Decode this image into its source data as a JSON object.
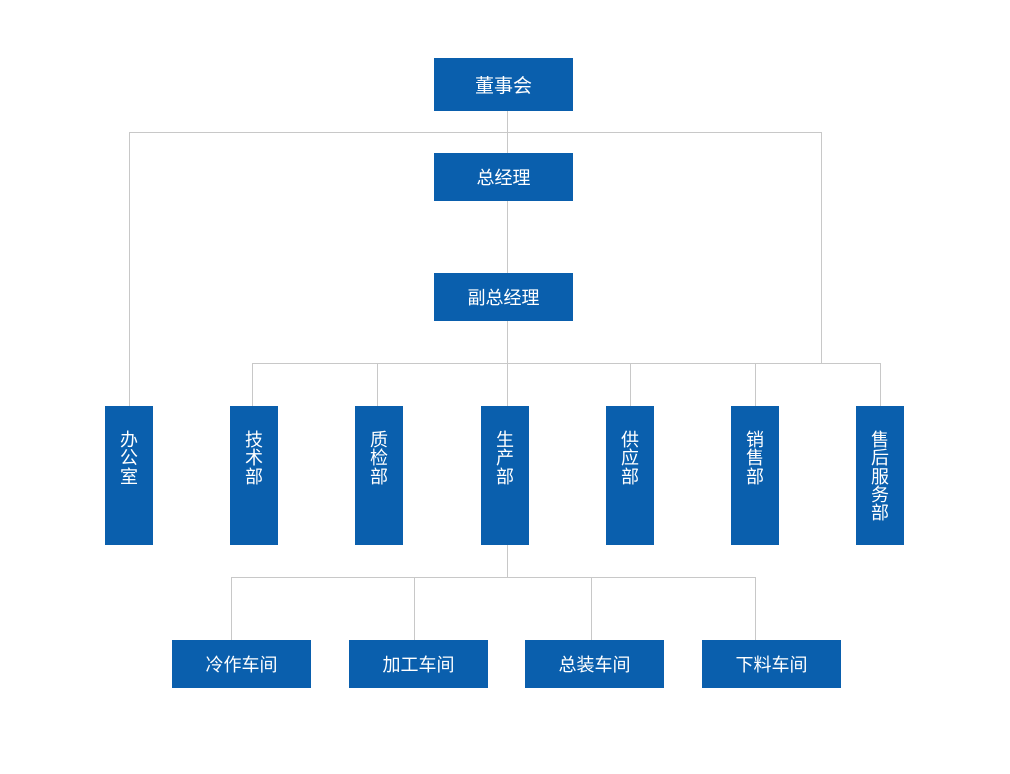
{
  "chart": {
    "board": "董事会",
    "gm": "总经理",
    "deputy": "副总经理",
    "departments": [
      "办公室",
      "技术部",
      "质检部",
      "生产部",
      "供应部",
      "销售部",
      "售后服务部"
    ],
    "workshops": [
      "冷作车间",
      "加工车间",
      "总装车间",
      "下料车间"
    ]
  },
  "colors": {
    "box": "#0a5fad",
    "line": "#c8c8c8",
    "text": "#ffffff"
  }
}
